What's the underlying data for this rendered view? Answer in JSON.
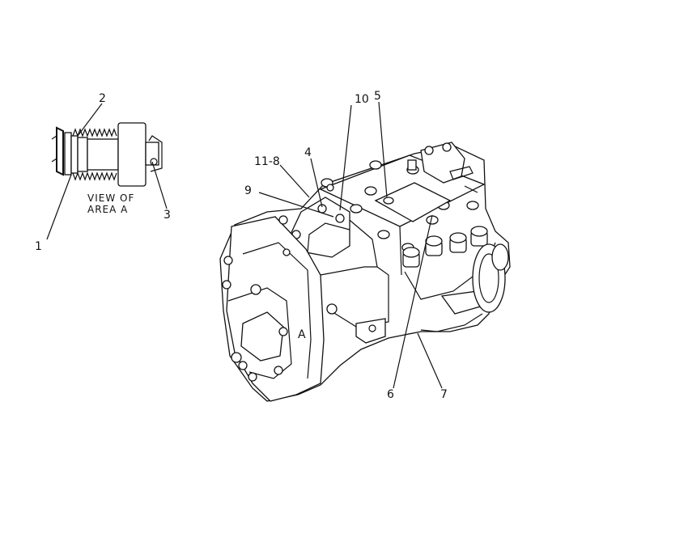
{
  "view_caption": {
    "line1": "VIEW OF",
    "line2": "AREA A"
  },
  "area_marker": "A",
  "callouts": {
    "c1": "1",
    "c2": "2",
    "c3": "3",
    "c4": "4",
    "c5": "5",
    "c6": "6",
    "c7": "7",
    "c9": "9",
    "c10": "10",
    "c11": "11-8"
  }
}
